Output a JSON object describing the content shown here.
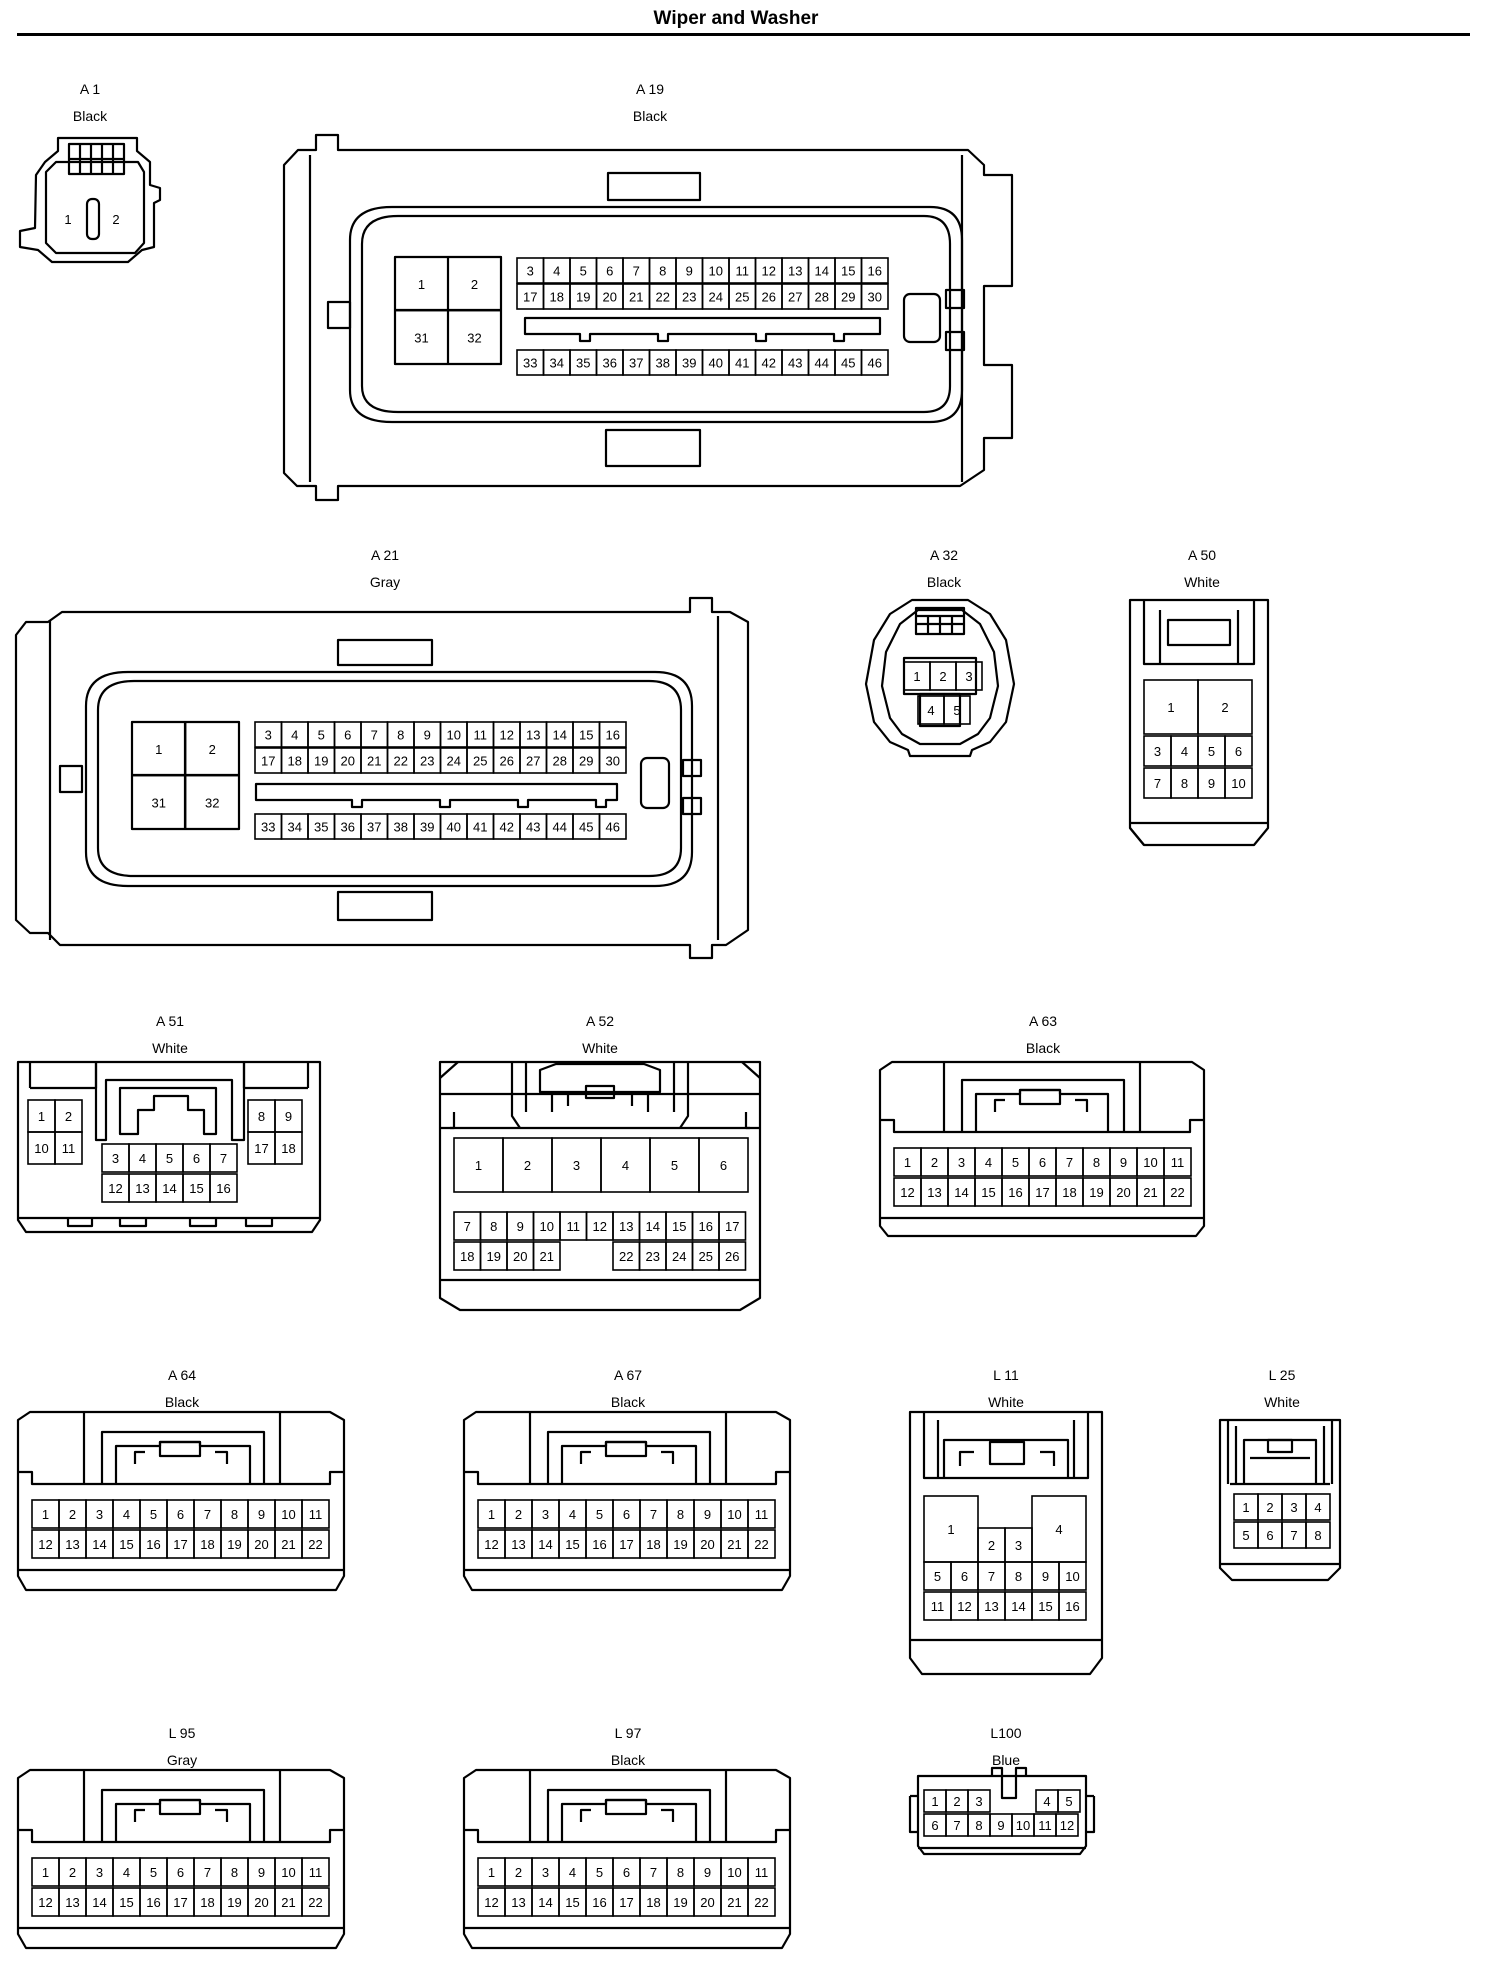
{
  "title": "Wiper and Washer",
  "connectors": [
    {
      "id": "A 1",
      "color": "Black"
    },
    {
      "id": "A 19",
      "color": "Black"
    },
    {
      "id": "A 21",
      "color": "Gray"
    },
    {
      "id": "A 32",
      "color": "Black"
    },
    {
      "id": "A 50",
      "color": "White"
    },
    {
      "id": "A 51",
      "color": "White"
    },
    {
      "id": "A 52",
      "color": "White"
    },
    {
      "id": "A 63",
      "color": "Black"
    },
    {
      "id": "A 64",
      "color": "Black"
    },
    {
      "id": "A 67",
      "color": "Black"
    },
    {
      "id": "L 11",
      "color": "White"
    },
    {
      "id": "L 25",
      "color": "White"
    },
    {
      "id": "L 95",
      "color": "Gray"
    },
    {
      "id": "L 97",
      "color": "Black"
    },
    {
      "id": "L100",
      "color": "Blue"
    }
  ],
  "pins": {
    "A1": [
      "1",
      "2"
    ],
    "A19_left": [
      "1",
      "2",
      "31",
      "32"
    ],
    "A19_row1": [
      "3",
      "4",
      "5",
      "6",
      "7",
      "8",
      "9",
      "10",
      "11",
      "12",
      "13",
      "14",
      "15",
      "16"
    ],
    "A19_row2": [
      "17",
      "18",
      "19",
      "20",
      "21",
      "22",
      "23",
      "24",
      "25",
      "26",
      "27",
      "28",
      "29",
      "30"
    ],
    "A19_row3": [
      "33",
      "34",
      "35",
      "36",
      "37",
      "38",
      "39",
      "40",
      "41",
      "42",
      "43",
      "44",
      "45",
      "46"
    ],
    "A21_left": [
      "1",
      "2",
      "31",
      "32"
    ],
    "A21_row1": [
      "3",
      "4",
      "5",
      "6",
      "7",
      "8",
      "9",
      "10",
      "11",
      "12",
      "13",
      "14",
      "15",
      "16"
    ],
    "A21_row2": [
      "17",
      "18",
      "19",
      "20",
      "21",
      "22",
      "23",
      "24",
      "25",
      "26",
      "27",
      "28",
      "29",
      "30"
    ],
    "A21_row3": [
      "33",
      "34",
      "35",
      "36",
      "37",
      "38",
      "39",
      "40",
      "41",
      "42",
      "43",
      "44",
      "45",
      "46"
    ],
    "A32_row1": [
      "1",
      "2",
      "3"
    ],
    "A32_row2": [
      "4",
      "5"
    ],
    "A50_top": [
      "1",
      "2"
    ],
    "A50_row1": [
      "3",
      "4",
      "5",
      "6"
    ],
    "A50_row2": [
      "7",
      "8",
      "9",
      "10"
    ],
    "A51_left": [
      "1",
      "2",
      "10",
      "11"
    ],
    "A51_mid1": [
      "3",
      "4",
      "5",
      "6",
      "7"
    ],
    "A51_mid2": [
      "12",
      "13",
      "14",
      "15",
      "16"
    ],
    "A51_right": [
      "8",
      "9",
      "17",
      "18"
    ],
    "A52_top": [
      "1",
      "2",
      "3",
      "4",
      "5",
      "6"
    ],
    "A52_row1": [
      "7",
      "8",
      "9",
      "10",
      "11",
      "12",
      "13",
      "14",
      "15",
      "16",
      "17"
    ],
    "A52_row2a": [
      "18",
      "19",
      "20",
      "21"
    ],
    "A52_row2b": [
      "22",
      "23",
      "24",
      "25",
      "26"
    ],
    "grid22_row1": [
      "1",
      "2",
      "3",
      "4",
      "5",
      "6",
      "7",
      "8",
      "9",
      "10",
      "11"
    ],
    "grid22_row2": [
      "12",
      "13",
      "14",
      "15",
      "16",
      "17",
      "18",
      "19",
      "20",
      "21",
      "22"
    ],
    "L11_big": [
      "1",
      "4"
    ],
    "L11_small": [
      "2",
      "3"
    ],
    "L11_row1": [
      "5",
      "6",
      "7",
      "8",
      "9",
      "10"
    ],
    "L11_row2": [
      "11",
      "12",
      "13",
      "14",
      "15",
      "16"
    ],
    "L25_row1": [
      "1",
      "2",
      "3",
      "4"
    ],
    "L25_row2": [
      "5",
      "6",
      "7",
      "8"
    ],
    "L100_row1a": [
      "1",
      "2",
      "3"
    ],
    "L100_row1b": [
      "4",
      "5"
    ],
    "L100_row2": [
      "6",
      "7",
      "8",
      "9",
      "10",
      "11",
      "12"
    ]
  }
}
